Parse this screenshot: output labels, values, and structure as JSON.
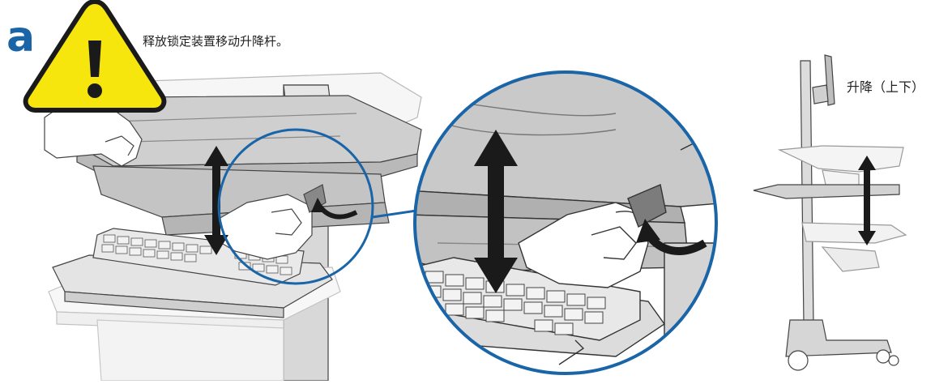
{
  "step": {
    "letter": "a"
  },
  "instruction": {
    "text": "释放锁定装置移动升降杆。"
  },
  "side_view": {
    "label": "升降（上下）"
  },
  "icons": [
    "warning-icon",
    "up-down-arrow-icon",
    "curved-arrow-icon"
  ],
  "colors": {
    "step_letter": "#1a64a8",
    "warning_fill": "#f6e60e",
    "magnifier_ring": "#1a64a8",
    "arrow": "#1a1a1a"
  }
}
